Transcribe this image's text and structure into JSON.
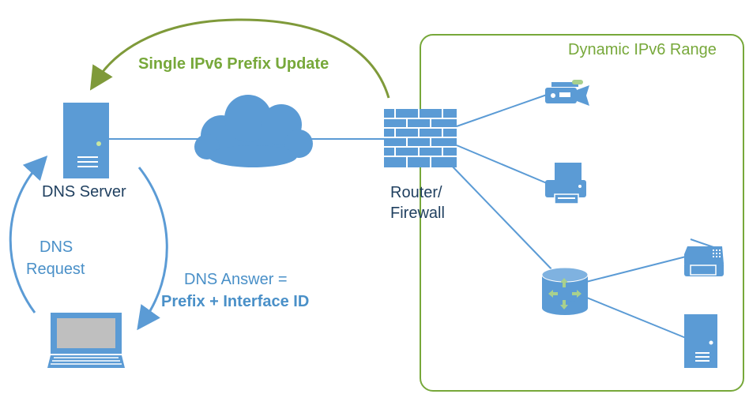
{
  "colors": {
    "device_blue": "#5b9bd5",
    "line_blue": "#5b9bd5",
    "dark_text": "#1f3f5f",
    "light_blue_text": "#4a90c8",
    "green": "#77a83a",
    "dark_green_arrow": "#7f9a3a"
  },
  "icons": {
    "dns_server": "server-icon",
    "cloud": "cloud-icon",
    "firewall": "firewall-icon",
    "camera": "camera-icon",
    "printer": "printer-icon",
    "router": "router-icon",
    "fax": "fax-icon",
    "small_server": "server-icon",
    "laptop": "laptop-icon"
  },
  "labels": {
    "prefix_update": "Single IPv6 Prefix Update",
    "dns_server": "DNS Server",
    "router_line1": "Router/",
    "router_line2": "Firewall",
    "range_title": "Dynamic IPv6 Range",
    "dns_request_line1": "DNS",
    "dns_request_line2": "Request",
    "dns_answer_line1": "DNS Answer =",
    "dns_answer_line2": "Prefix + Interface ID"
  }
}
